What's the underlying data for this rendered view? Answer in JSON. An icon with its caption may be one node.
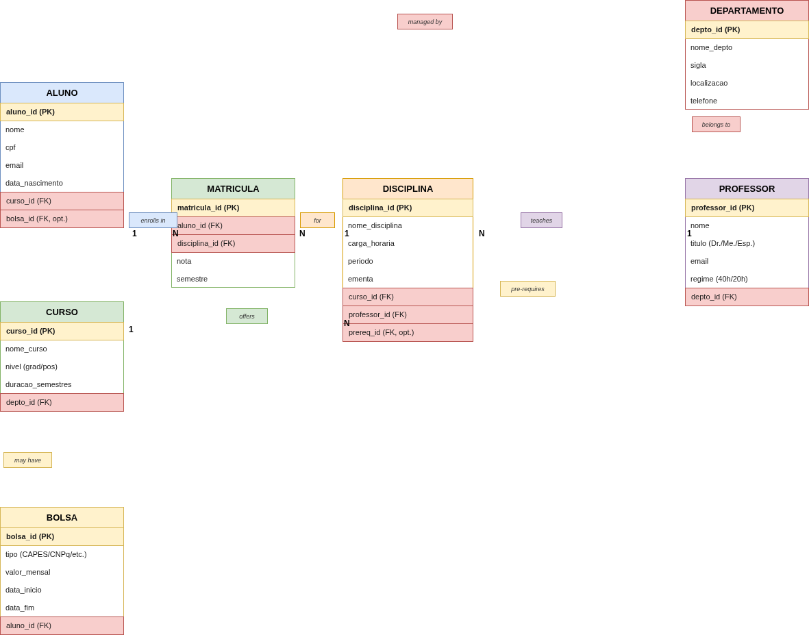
{
  "diagram": {
    "nodes": [
      {
        "text": [
          "managed by"
        ]
      },
      {
        "text": [],
        "shape": "box"
      },
      {
        "text": [
          "DEPARTAMENTO"
        ],
        "in": 1
      },
      {
        "text": [
          "depto_id (PK)"
        ],
        "in": 1
      },
      {
        "text": [
          "nome_depto"
        ],
        "in": 1
      },
      {
        "text": [
          "sigla"
        ],
        "in": 1
      },
      {
        "text": [
          "localizacao"
        ],
        "in": 1
      },
      {
        "text": [
          "telefone"
        ],
        "in": 1
      },
      {
        "text": [],
        "shape": "box"
      },
      {
        "text": [
          "ALUNO"
        ],
        "in": 8
      },
      {
        "text": [
          "aluno_id (PK)"
        ],
        "in": 8
      },
      {
        "text": [
          "nome"
        ],
        "in": 8
      },
      {
        "text": [
          "cpf"
        ],
        "in": 8
      },
      {
        "text": [
          "email"
        ],
        "in": 8
      },
      {
        "text": [
          "data_nascimento"
        ],
        "in": 8
      },
      {
        "text": [
          "curso_id (FK)"
        ],
        "in": 8
      },
      {
        "text": [
          "bolsa_id (FK, opt.)"
        ],
        "in": 8
      },
      {
        "text": [
          "belongs to"
        ]
      },
      {
        "text": [],
        "shape": "box"
      },
      {
        "text": [
          "MATRICULA"
        ],
        "in": 18
      },
      {
        "text": [
          "matricula_id (PK)"
        ],
        "in": 18
      },
      {
        "text": [
          "aluno_id (FK)"
        ],
        "in": 18
      },
      {
        "text": [
          "disciplina_id (FK)"
        ],
        "in": 18
      },
      {
        "text": [
          "nota"
        ],
        "in": 18
      },
      {
        "text": [
          "semestre"
        ],
        "in": 18
      },
      {
        "text": [],
        "shape": "box"
      },
      {
        "text": [
          "DISCIPLINA"
        ],
        "in": 25
      },
      {
        "text": [
          "disciplina_id (PK)"
        ],
        "in": 25
      },
      {
        "text": [
          "nome_disciplina"
        ],
        "in": 25
      },
      {
        "text": [
          "carga_horaria"
        ],
        "in": 25
      },
      {
        "text": [
          "periodo"
        ],
        "in": 25
      },
      {
        "text": [
          "ementa"
        ],
        "in": 25
      },
      {
        "text": [
          "curso_id (FK)"
        ],
        "in": 25
      },
      {
        "text": [
          "professor_id (FK)"
        ],
        "in": 25
      },
      {
        "text": [
          "prereq_id (FK, opt.)"
        ],
        "in": 25
      },
      {
        "text": [],
        "shape": "box"
      },
      {
        "text": [
          "PROFESSOR"
        ],
        "in": 35
      },
      {
        "text": [
          "professor_id (PK)"
        ],
        "in": 35
      },
      {
        "text": [
          "nome"
        ],
        "in": 35
      },
      {
        "text": [
          "titulo (Dr./Me./Esp.)"
        ],
        "in": 35
      },
      {
        "text": [
          "email"
        ],
        "in": 35
      },
      {
        "text": [
          "regime (40h/20h)"
        ],
        "in": 35
      },
      {
        "text": [
          "depto_id (FK)"
        ],
        "in": 35
      },
      {
        "text": [
          "enrolls in"
        ]
      },
      {
        "text": [
          "for"
        ]
      },
      {
        "text": [
          "teaches"
        ]
      },
      {
        "text": [
          "pre-requires"
        ]
      },
      {
        "text": [],
        "shape": "box"
      },
      {
        "text": [
          "CURSO"
        ],
        "in": 47
      },
      {
        "text": [
          "curso_id (PK)"
        ],
        "in": 47
      },
      {
        "text": [
          "nome_curso"
        ],
        "in": 47
      },
      {
        "text": [
          "nivel (grad/pos)"
        ],
        "in": 47
      },
      {
        "text": [
          "duracao_semestres"
        ],
        "in": 47
      },
      {
        "text": [
          "depto_id (FK)"
        ],
        "in": 47
      },
      {
        "text": [
          "offers"
        ]
      },
      {
        "text": [
          "may have"
        ]
      },
      {
        "text": [],
        "shape": "box"
      },
      {
        "text": [
          "BOLSA"
        ],
        "in": 56
      },
      {
        "text": [
          "bolsa_id (PK)"
        ],
        "in": 56
      },
      {
        "text": [
          "tipo (CAPES/CNPq/etc.)"
        ],
        "in": 56
      },
      {
        "text": [
          "valor_mensal"
        ],
        "in": 56
      },
      {
        "text": [
          "data_inicio"
        ],
        "in": 56
      },
      {
        "text": [
          "data_fim"
        ],
        "in": 56
      },
      {
        "text": [
          "aluno_id (FK)"
        ],
        "in": 56
      }
    ],
    "labels": [
      "1",
      "N",
      "N",
      "1",
      "N",
      "1",
      "1",
      "N"
    ]
  }
}
